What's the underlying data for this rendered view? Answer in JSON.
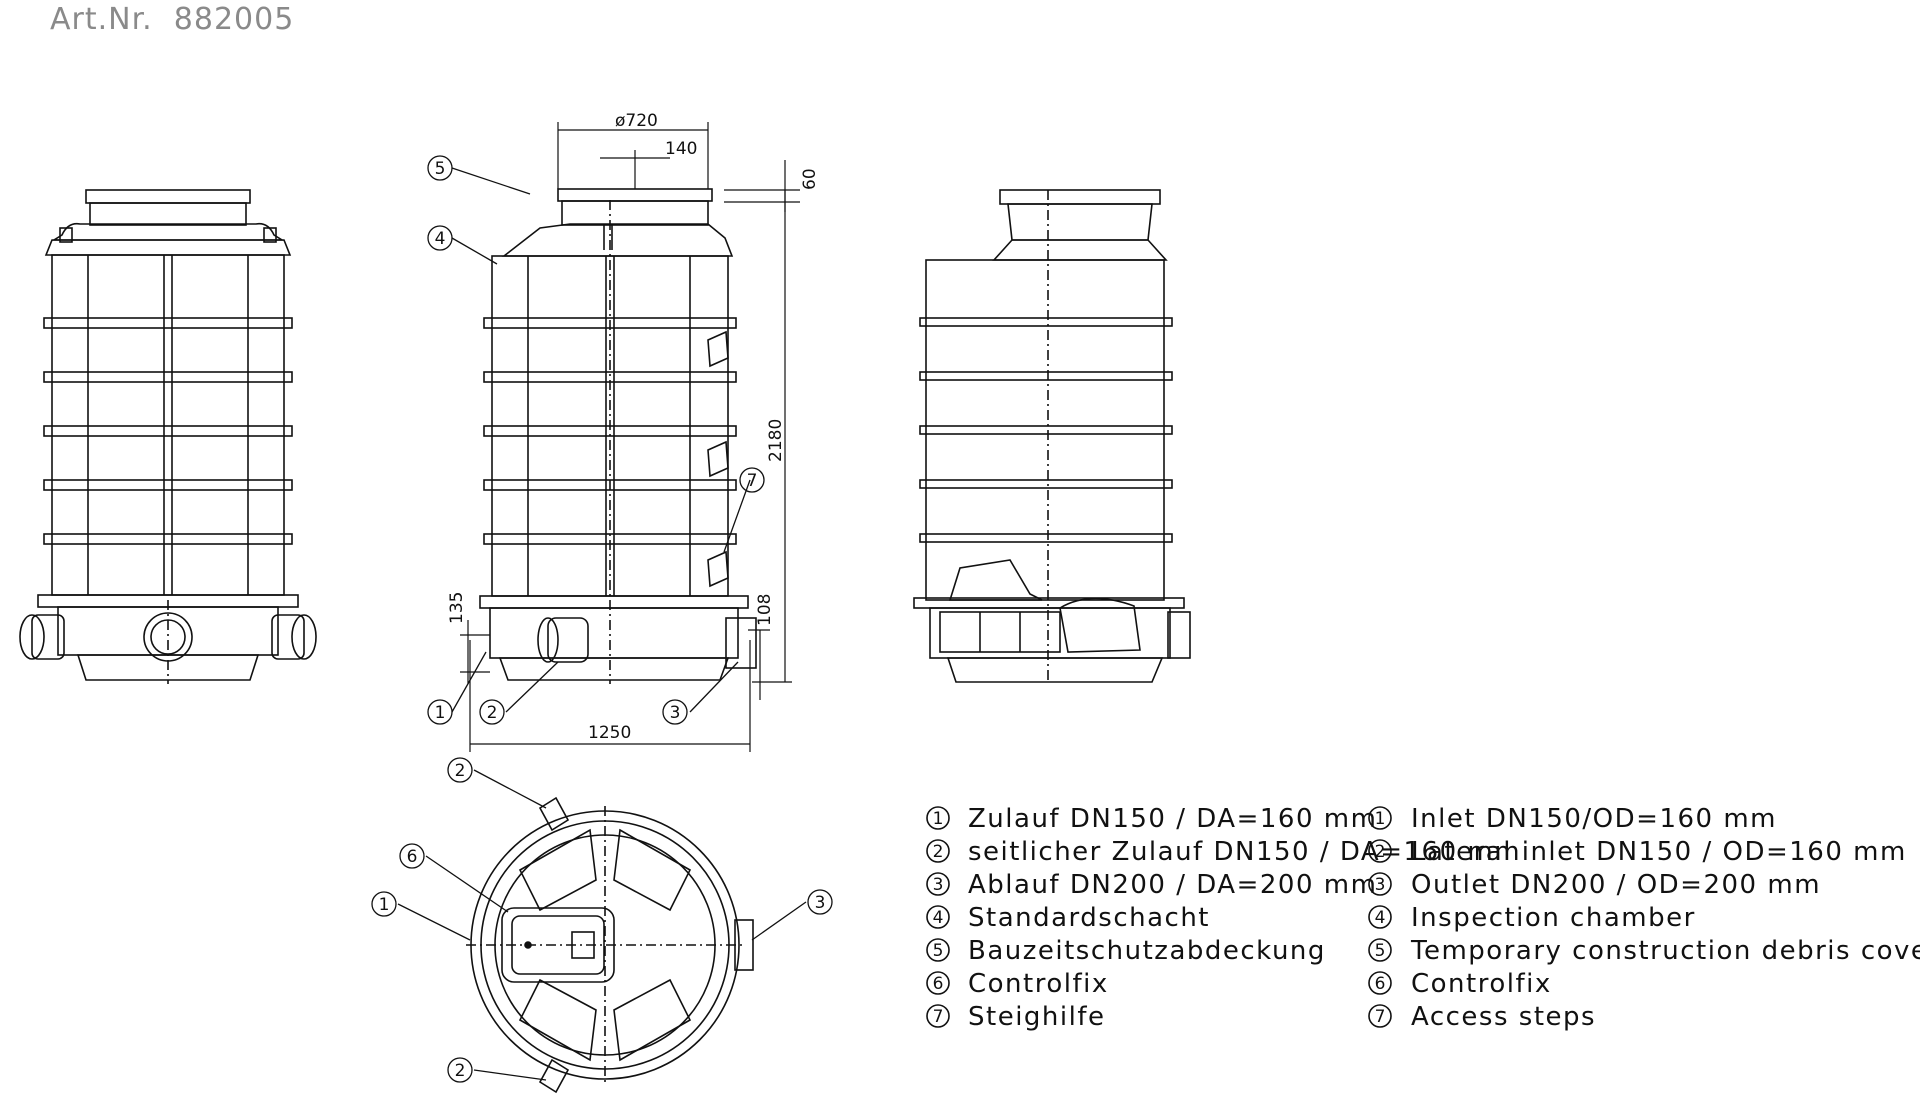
{
  "header": {
    "art_label": "Art.Nr.",
    "art_number": "882005"
  },
  "dimensions": {
    "diameter": "ø720",
    "d140": "140",
    "d60": "60",
    "d2180": "2180",
    "d135": "135",
    "d108": "108",
    "d1250": "1250"
  },
  "callouts": [
    "1",
    "2",
    "3",
    "4",
    "5",
    "6",
    "7"
  ],
  "legend_de": [
    {
      "num": "1",
      "text": "Zulauf DN150 / DA=160 mm"
    },
    {
      "num": "2",
      "text": "seitlicher Zulauf DN150 / DA=160 mm"
    },
    {
      "num": "3",
      "text": "Ablauf DN200 / DA=200 mm"
    },
    {
      "num": "4",
      "text": "Standardschacht"
    },
    {
      "num": "5",
      "text": "Bauzeitschutzabdeckung"
    },
    {
      "num": "6",
      "text": "Controlfix"
    },
    {
      "num": "7",
      "text": "Steighilfe"
    }
  ],
  "legend_en": [
    {
      "num": "1",
      "text": "Inlet DN150/OD=160 mm"
    },
    {
      "num": "2",
      "text": "Lateral inlet DN150 / OD=160 mm"
    },
    {
      "num": "3",
      "text": "Outlet DN200 / OD=200 mm"
    },
    {
      "num": "4",
      "text": "Inspection chamber"
    },
    {
      "num": "5",
      "text": "Temporary construction debris cover"
    },
    {
      "num": "6",
      "text": "Controlfix"
    },
    {
      "num": "7",
      "text": "Access steps"
    }
  ]
}
